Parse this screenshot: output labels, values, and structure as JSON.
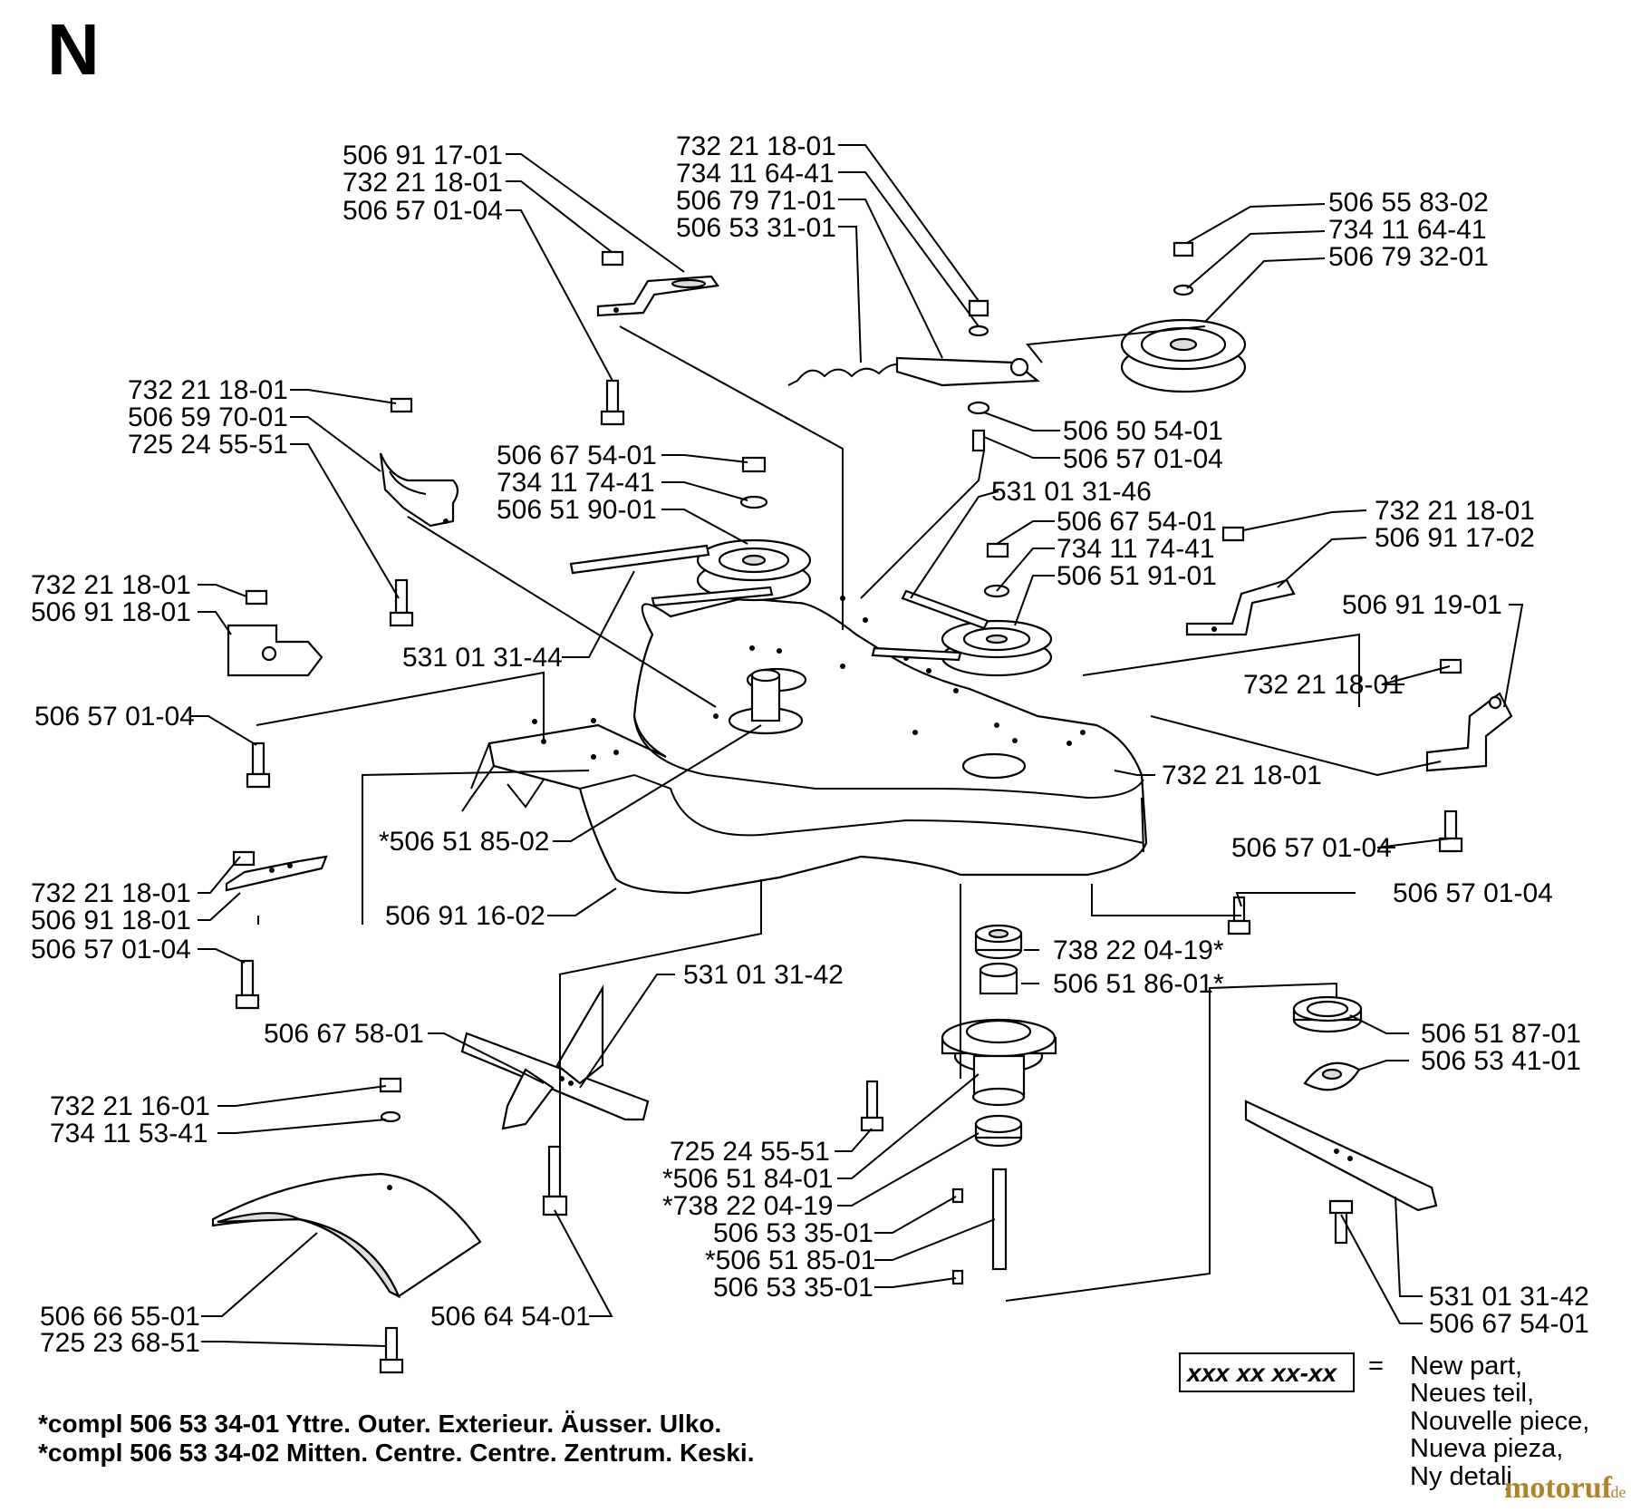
{
  "title": "N",
  "labels": {
    "l1": "506 91 17-01",
    "l2": "732 21 18-01",
    "l3": "506 57 01-04",
    "l4": "732 21 18-01",
    "l5": "734 11 64-41",
    "l6": "506 79 71-01",
    "l7": "506 53 31-01",
    "l8": "506 55 83-02",
    "l9": "734 11 64-41",
    "l10": "506 79 32-01",
    "l11": "732 21 18-01",
    "l12": "506 59 70-01",
    "l13": "725 24 55-51",
    "l14": "506 67 54-01",
    "l15": "734 11 74-41",
    "l16": "506 51 90-01",
    "l17": "506 50 54-01",
    "l18": "506 57 01-04",
    "l19": "531 01 31-46",
    "l20": "506 67 54-01",
    "l21": "734 11 74-41",
    "l22": "506 51 91-01",
    "l23": "732 21 18-01",
    "l24": "506 91 17-02",
    "l25": "506 91 19-01",
    "l26": "732 21 18-01",
    "l27": "506 91 18-01",
    "l28": "531 01 31-44",
    "l29": "732 21 18-01",
    "l30": "506 57 01-04",
    "l31": "732 21 18-01",
    "l32": "*506 51 85-02",
    "l33": "506 57 01-04",
    "l34": "732 21 18-01",
    "l35": "506 91 18-01",
    "l36": "506 91 16-02",
    "l37": "506 57 01-04",
    "l38": "506 57 01-04",
    "l39": "738 22 04-19*",
    "l40": "506 51 86-01*",
    "l41": "531 01 31-42",
    "l42": "506 67 58-01",
    "l43": "506 51 87-01",
    "l44": "506 53 41-01",
    "l45": "732 21 16-01",
    "l46": "734 11 53-41",
    "l47": "725 24 55-51",
    "l48": "*506 51 84-01",
    "l49": "*738 22 04-19",
    "l50": "506 53 35-01",
    "l51": "*506 51 85-01",
    "l52": "506 53 35-01",
    "l53": "506 66 55-01",
    "l54": "506 64 54-01",
    "l55": "725 23 68-51",
    "l56": "531 01 31-42",
    "l57": "506 67 54-01"
  },
  "legend": {
    "box": "xxx xx xx-xx",
    "equals": "=",
    "lines": [
      "New part,",
      "Neues teil,",
      "Nouvelle piece,",
      "Nueva pieza,",
      "Ny detalj"
    ]
  },
  "footnotes": {
    "outer": "*compl 506 53 34-01 Yttre. Outer. Exterieur. Äusser. Ulko.",
    "centre": "*compl 506 53 34-02 Mitten. Centre. Centre. Zentrum. Keski."
  },
  "watermark": {
    "brand": "motoruf",
    "tld": ".de"
  }
}
